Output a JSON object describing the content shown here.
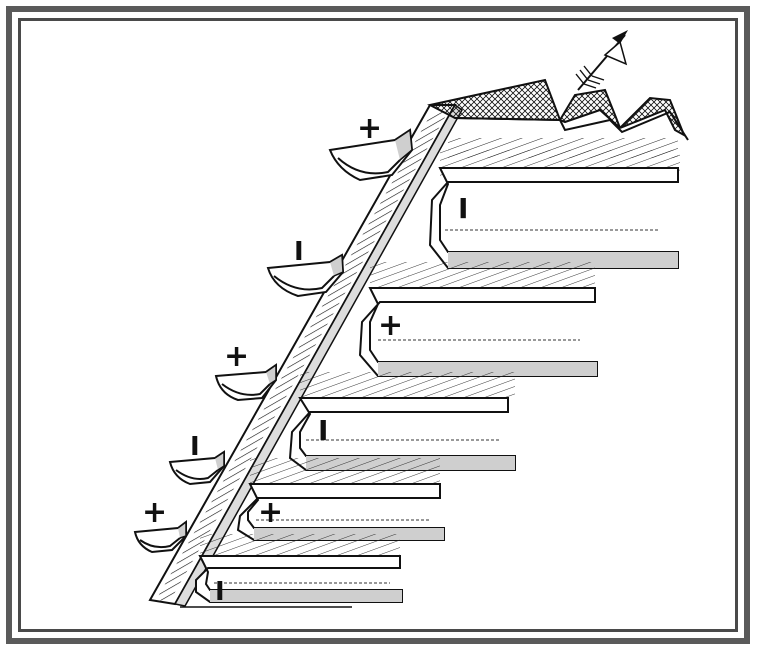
{
  "figure": {
    "colors": {
      "ink": "#111111",
      "frame_outer": "#5a5a5a",
      "frame_inner": "#4a4a4a",
      "paper": "#ffffff",
      "shade": "#cfcfcf"
    },
    "direction_icon": "arrow-up-right-icon",
    "bench_labels": [
      "I",
      "+",
      "I",
      "+",
      "I"
    ],
    "scoop_labels": [
      "+",
      "I",
      "+",
      "I",
      "+"
    ]
  }
}
